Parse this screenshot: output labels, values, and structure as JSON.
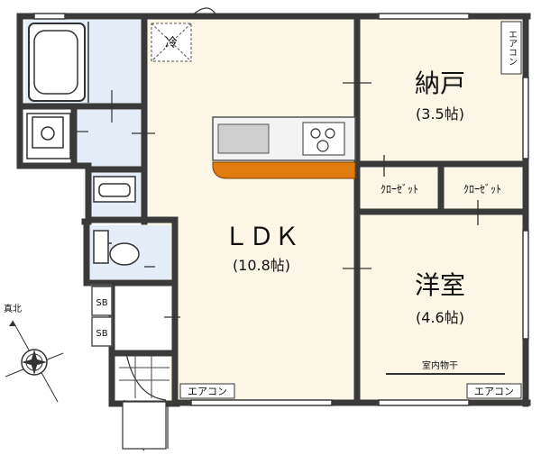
{
  "rooms": {
    "ldk": {
      "name": "ＬＤＫ",
      "size": "(10.8帖)"
    },
    "storage": {
      "name": "納戸",
      "size": "(3.5帖)"
    },
    "western": {
      "name": "洋室",
      "size": "(4.6帖)"
    }
  },
  "closets": {
    "left": "ｸﾛｰｾﾞｯﾄ",
    "right": "ｸﾛｰｾﾞｯﾄ"
  },
  "aircon": {
    "storage": "エアコン",
    "ldk": "エアコン",
    "western": "エアコン"
  },
  "fridge_label": "冷",
  "shoe_box": {
    "upper": "SB",
    "lower": "SB"
  },
  "drying": "室内物干",
  "compass_label": "真北",
  "colors": {
    "wall": "#3a3a3a",
    "floor_ldk": "#fbf6e6",
    "floor_wet": "#e5edf8",
    "counter": "#e07b10"
  }
}
